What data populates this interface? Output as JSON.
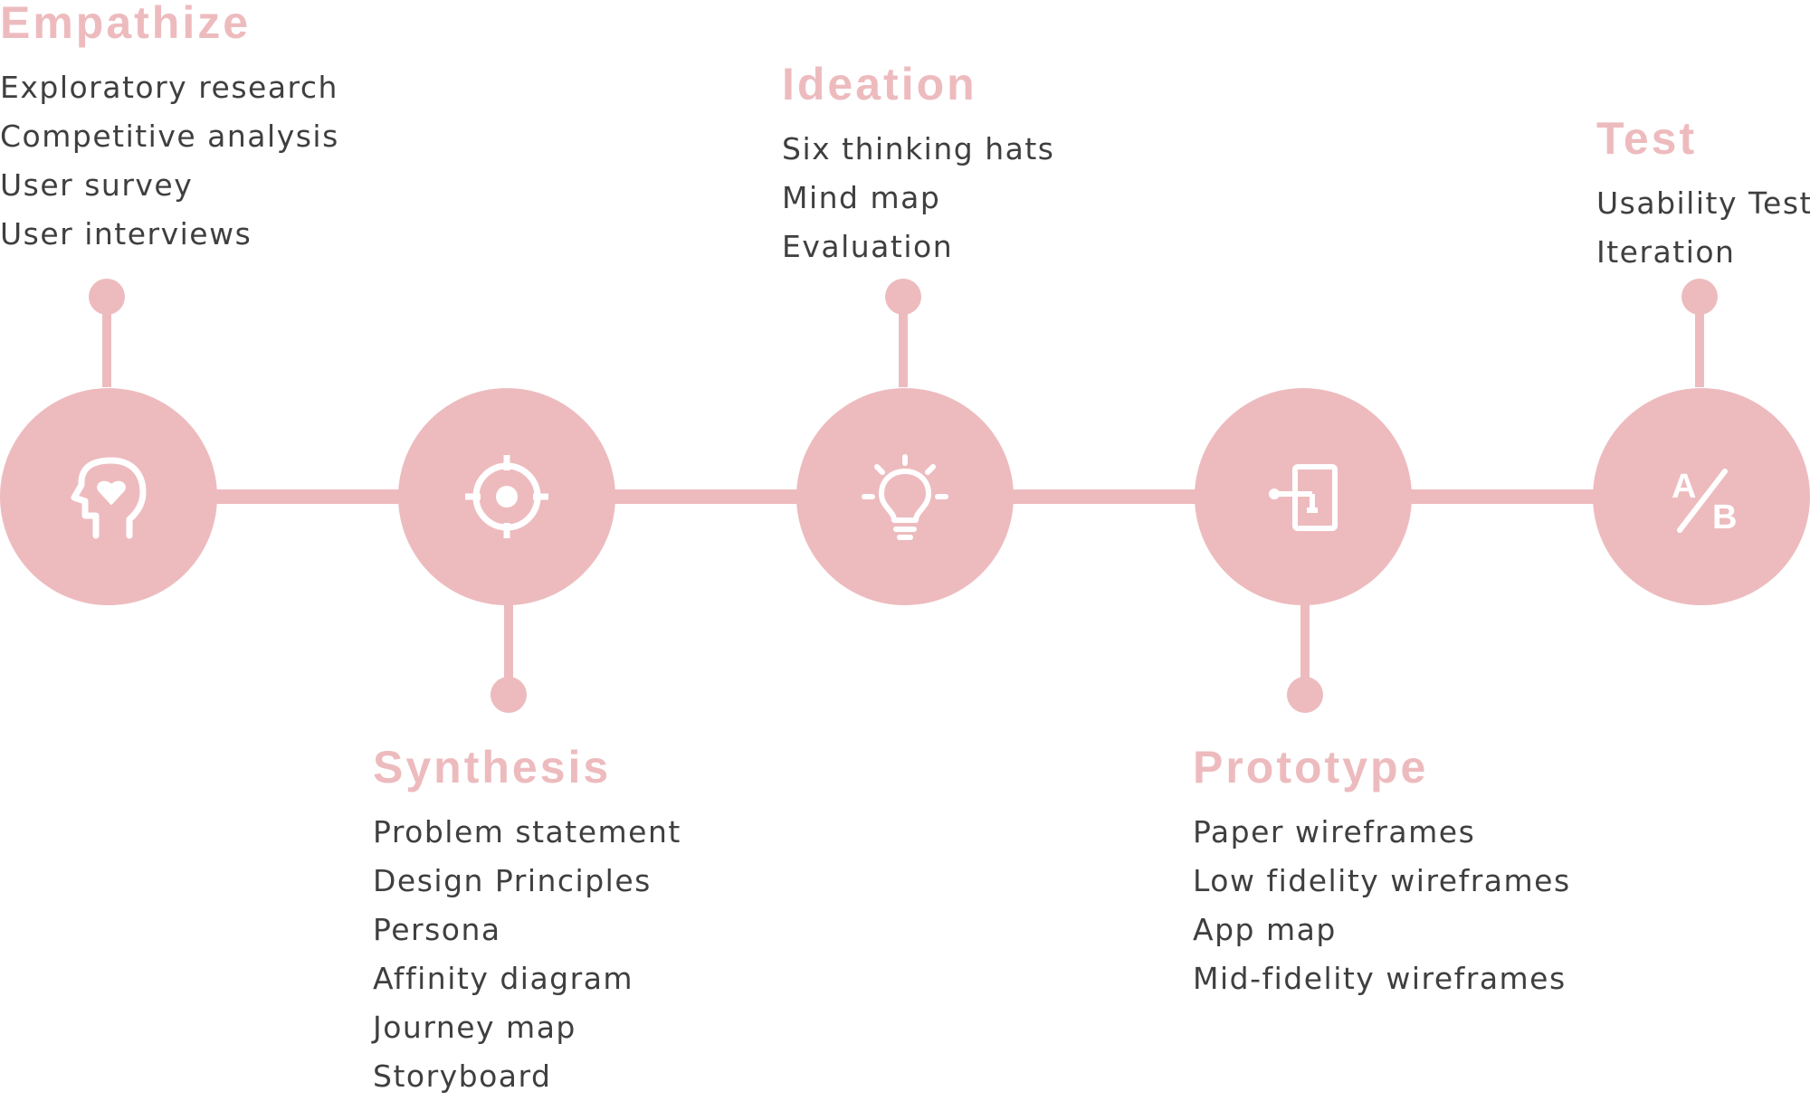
{
  "accent_color": "#EDBBBE",
  "icon_color": "#ffffff",
  "text_color": "#3f3f3f",
  "stages": [
    {
      "title": "Empathize",
      "icon": "head-heart-icon",
      "items": [
        "Exploratory research",
        "Competitive analysis",
        "User survey",
        "User interviews"
      ]
    },
    {
      "title": "Synthesis",
      "icon": "target-icon",
      "items": [
        "Problem statement",
        "Design Principles",
        "Persona",
        "Affinity diagram",
        "Journey map",
        "Storyboard"
      ]
    },
    {
      "title": "Ideation",
      "icon": "lightbulb-icon",
      "items": [
        "Six thinking hats",
        "Mind map",
        "Evaluation"
      ]
    },
    {
      "title": "Prototype",
      "icon": "phone-flow-icon",
      "items": [
        "Paper wireframes",
        "Low fidelity wireframes",
        "App map",
        "Mid-fidelity wireframes"
      ]
    },
    {
      "title": "Test",
      "icon": "ab-test-icon",
      "items": [
        "Usability Test",
        "Iteration"
      ]
    }
  ]
}
